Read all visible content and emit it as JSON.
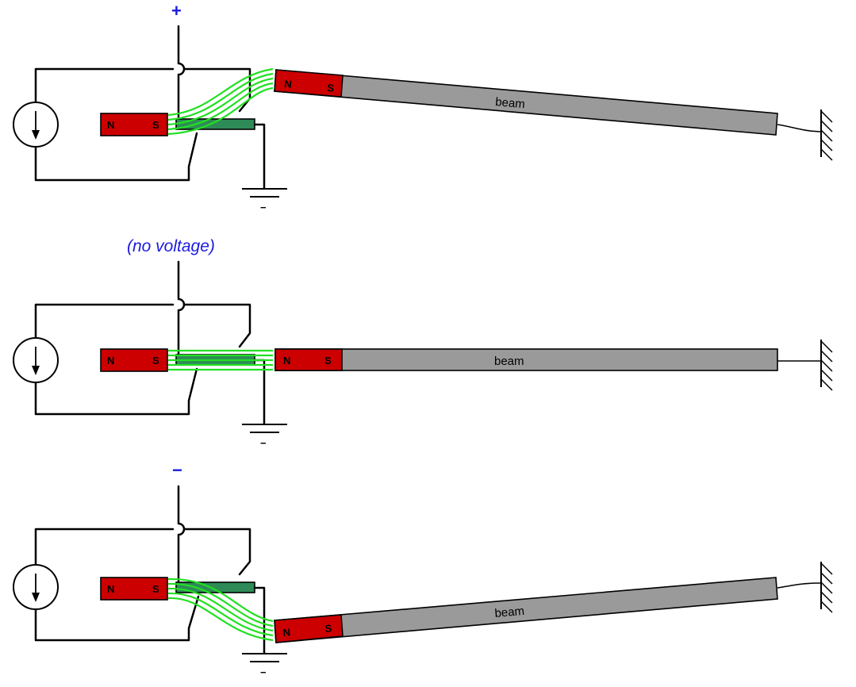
{
  "colors": {
    "magnet": "#cc0000",
    "beam": "#9a9a9a",
    "armature": "#2e8b57",
    "flux": "#22e022",
    "label_blue": "#1a1adf"
  },
  "panels": [
    {
      "state": "positive",
      "voltage_label": "+",
      "beam_label": "beam",
      "magnet_north": "N",
      "magnet_south": "S",
      "beam_magnet_north": "N",
      "beam_magnet_south": "S",
      "ground_symbol": "−"
    },
    {
      "state": "none",
      "voltage_label": "(no voltage)",
      "beam_label": "beam",
      "magnet_north": "N",
      "magnet_south": "S",
      "beam_magnet_north": "N",
      "beam_magnet_south": "S",
      "ground_symbol": "−"
    },
    {
      "state": "negative",
      "voltage_label": "−",
      "beam_label": "beam",
      "magnet_north": "N",
      "magnet_south": "S",
      "beam_magnet_north": "N",
      "beam_magnet_south": "S",
      "ground_symbol": "−"
    }
  ],
  "icons": [
    "current-source-icon",
    "ground-icon",
    "wall-anchor-icon"
  ]
}
